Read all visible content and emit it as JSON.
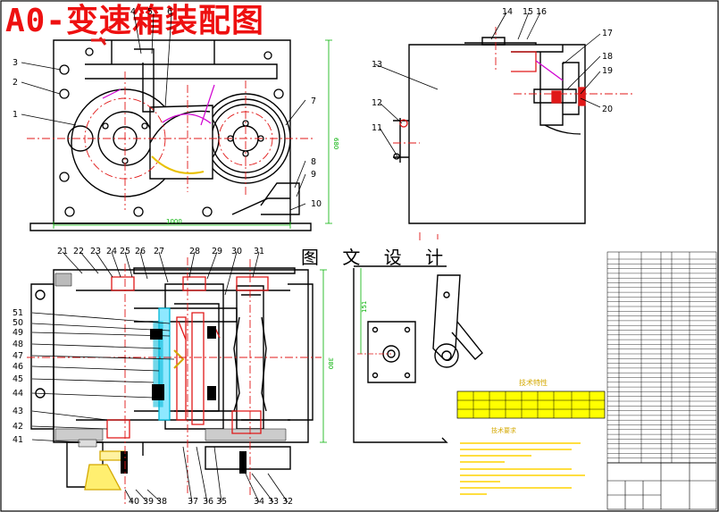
{
  "title": "A0-变速箱装配图",
  "watermark": "图 文 设 计",
  "colors": {
    "title": "#ee1010",
    "line": "#000000",
    "red": "#e01818",
    "green": "#00b000",
    "magenta": "#d000d0",
    "cyan": "#00b8d8",
    "yellow": "#ffff00"
  },
  "dimensions": {
    "front_height": "680",
    "front_width": "1000",
    "section_height": "380",
    "detail_height": "151"
  },
  "balloons": {
    "front_left": [
      "3",
      "2",
      "1"
    ],
    "front_top": [
      "4",
      "5",
      "6"
    ],
    "front_right": [
      "7",
      "8",
      "9",
      "10"
    ],
    "side_view": [
      "14",
      "15",
      "16",
      "13",
      "12",
      "11",
      "17",
      "18",
      "19",
      "20"
    ],
    "section_top": [
      "21",
      "22",
      "23",
      "24",
      "25",
      "26",
      "27",
      "28",
      "29",
      "30",
      "31"
    ],
    "section_left": [
      "51",
      "50",
      "49",
      "48",
      "47",
      "46",
      "45",
      "44",
      "43",
      "42",
      "41"
    ],
    "section_bottom": [
      "40",
      "39",
      "38",
      "37",
      "36",
      "35",
      "34",
      "33",
      "32"
    ]
  },
  "notes": {
    "table_title": "技术特性",
    "requirements_title": "技术要求"
  }
}
